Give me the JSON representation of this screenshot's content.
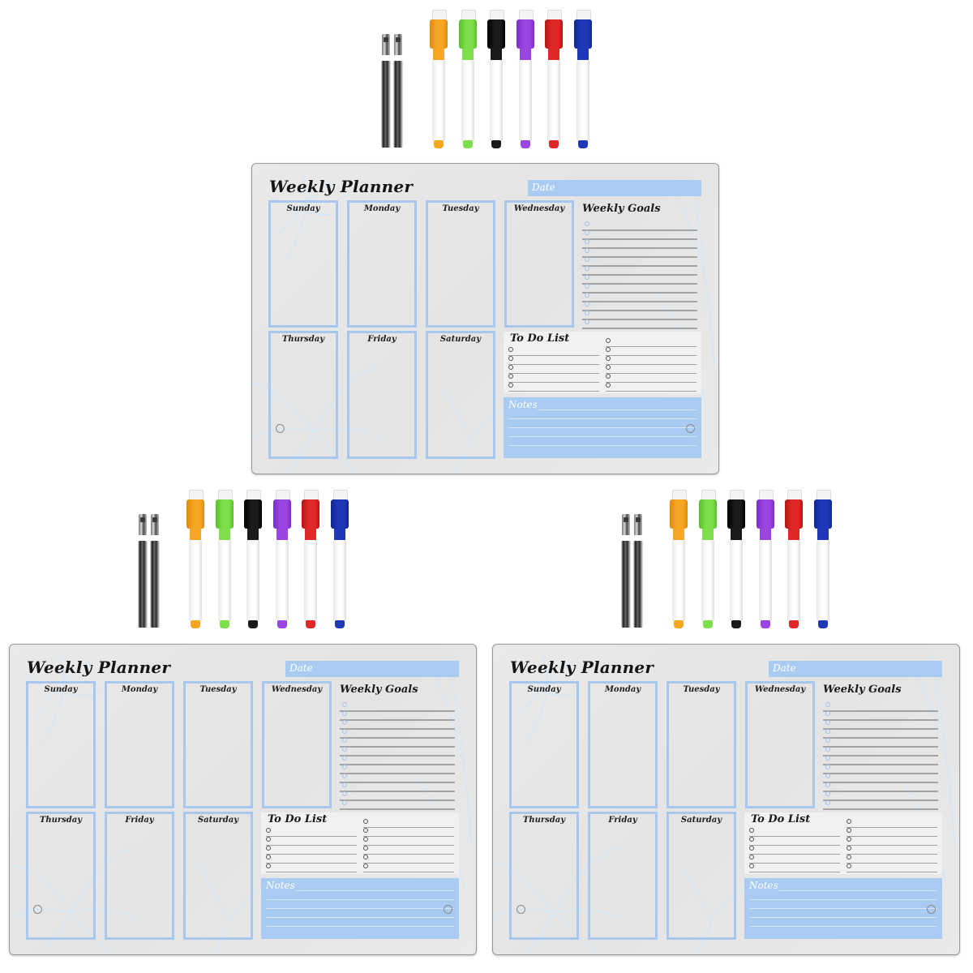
{
  "product": {
    "description": "Magnetic dry-erase weekly planner board with marker set",
    "board_count": 3
  },
  "planner": {
    "title": "Weekly Planner",
    "date_label": "Date",
    "days_top_row": [
      "Sunday",
      "Monday",
      "Tuesday",
      "Wednesday"
    ],
    "days_bottom_row": [
      "Thursday",
      "Friday",
      "Saturday"
    ],
    "weekly_goals_title": "Weekly Goals",
    "weekly_goals_line_count": 12,
    "todo_title": "To Do List",
    "todo_columns": [
      {
        "line_count": 5
      },
      {
        "line_count": 6
      }
    ],
    "notes_title": "Notes",
    "notes_line_count": 5
  },
  "colors": {
    "accent_blue": "#a9cbf1",
    "day_border_blue": "#a7c7ee",
    "board_gray": "#e6e6e6",
    "todo_panel": "#f1f1f1"
  },
  "marker_set": {
    "magnet_count": 2,
    "markers": [
      {
        "name": "orange",
        "color": "#f5a623",
        "dark": "#e08a10"
      },
      {
        "name": "green",
        "color": "#7de04a",
        "dark": "#5ac02a"
      },
      {
        "name": "black",
        "color": "#1a1a1a",
        "dark": "#000000"
      },
      {
        "name": "purple",
        "color": "#9b45e0",
        "dark": "#7a2ec4"
      },
      {
        "name": "red",
        "color": "#e02828",
        "dark": "#b81616"
      },
      {
        "name": "blue",
        "color": "#1e38b8",
        "dark": "#122890"
      }
    ]
  },
  "sets": [
    {
      "id": "top"
    },
    {
      "id": "bottom-left"
    },
    {
      "id": "bottom-right"
    }
  ]
}
